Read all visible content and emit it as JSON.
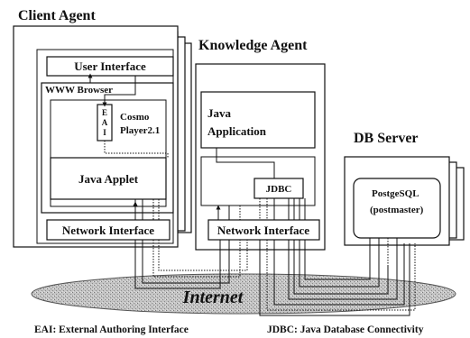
{
  "client": {
    "title": "Client Agent",
    "user_interface": "User Interface",
    "www_browser": "WWW Browser",
    "eai_letters": [
      "E",
      "A",
      "I"
    ],
    "cosmo_line1": "Cosmo",
    "cosmo_line2": "Player2.1",
    "java_applet": "Java Applet",
    "network_interface": "Network Interface"
  },
  "knowledge": {
    "title": "Knowledge Agent",
    "java_line1": "Java",
    "java_line2": "Application",
    "jdbc": "JDBC",
    "network_interface": "Network Interface"
  },
  "db": {
    "title": "DB Server",
    "postgres_line1": "PostgeSQL",
    "postgres_line2": "(postmaster)"
  },
  "internet": "Internet",
  "legend": {
    "eai": "EAI: External Authoring Interface",
    "jdbc": "JDBC: Java Database Connectivity"
  },
  "colors": {
    "ink": "#111111",
    "internet_fill": "#b8b8b8"
  }
}
